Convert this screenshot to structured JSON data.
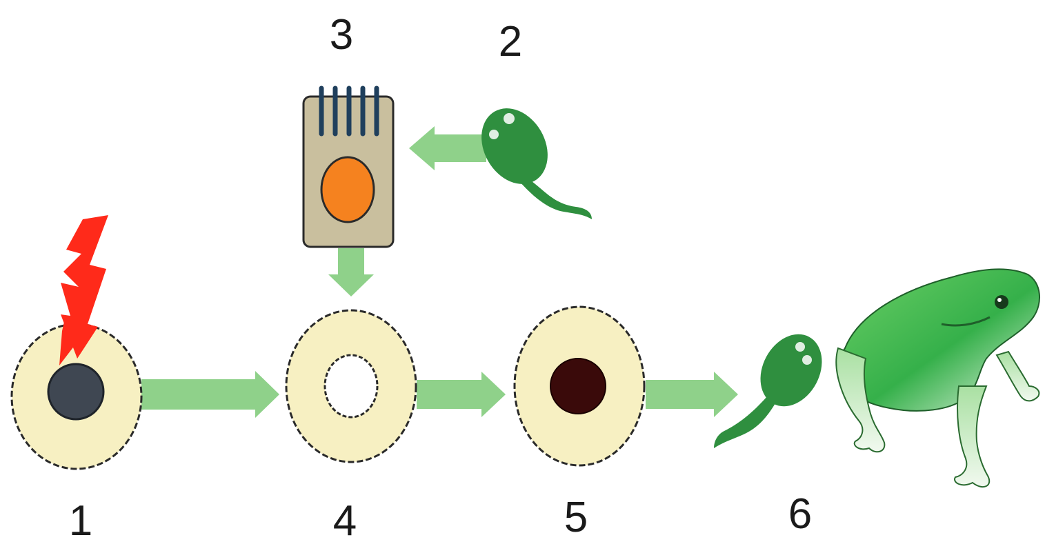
{
  "labels": {
    "egg_uv": "1",
    "tadpole_donor": "2",
    "intestinal_cell": "3",
    "enucleated_egg": "4",
    "transplanted_egg": "5",
    "result": "6"
  },
  "colors": {
    "background": "#ffffff",
    "egg_cytoplasm": "#f7f0c2",
    "egg_outline": "#2a2a2a",
    "arrow": "#8fd18a",
    "lightning": "#ff2a1a",
    "nucleus_dark_grey": "#3f4752",
    "nucleus_transplanted": "#3a0a0a",
    "cell_body": "#c9bf9e",
    "cell_nucleus": "#f5821f",
    "microvilli": "#1f3f5c",
    "tadpole": "#2f8f3f",
    "frog": "#35b04a"
  },
  "icons": [
    "uv-lightning-icon",
    "tadpole-icon",
    "frog-icon",
    "intestinal-cell-icon"
  ]
}
